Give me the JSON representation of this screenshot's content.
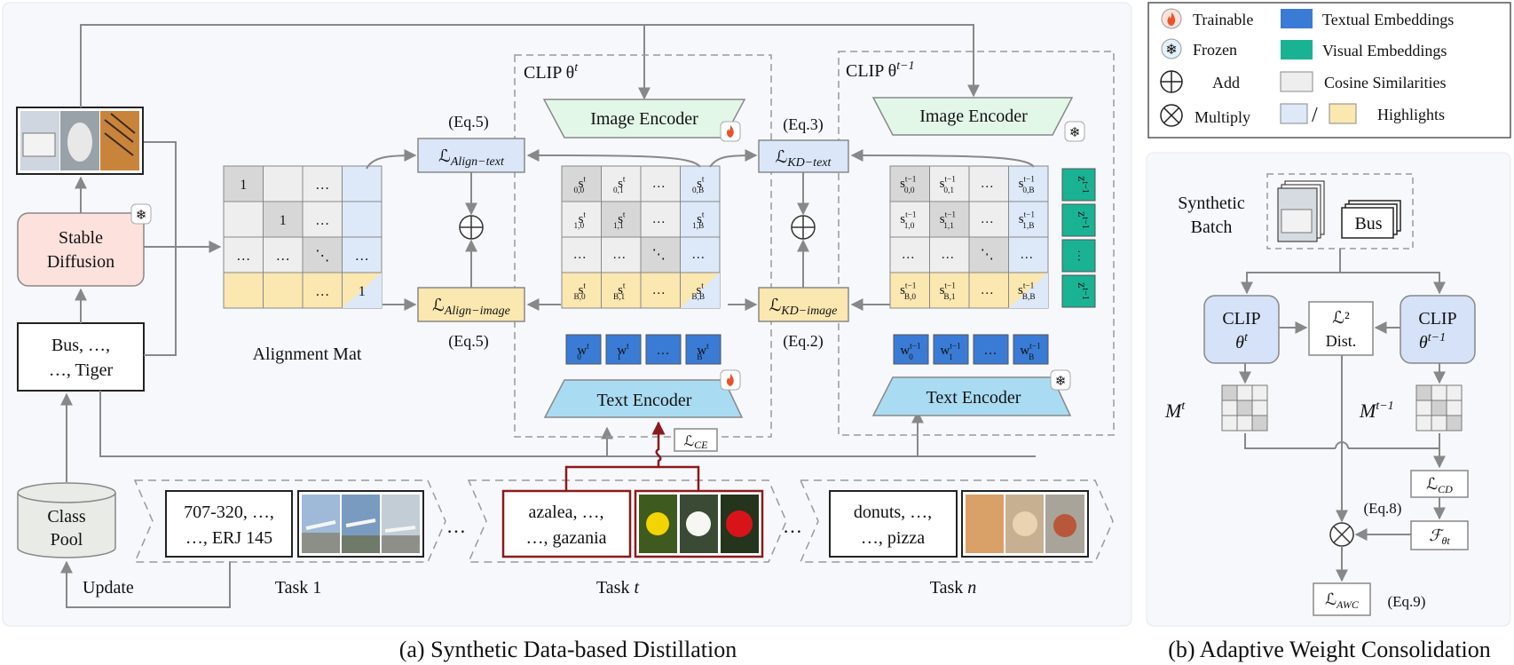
{
  "colors": {
    "textual": "#3a7bd5",
    "visual": "#19b394",
    "cosine": "#eeeeee",
    "highlight_blue": "#dde9f8",
    "highlight_yellow": "#fbe7b0",
    "stable_diffusion": "#fde1dc",
    "encoder_green": "#e3f7e9",
    "encoder_blue": "#a9dcf3",
    "loss_fill": "#dbe6f9",
    "clip_box": "#d5e2f8",
    "arrow_red": "#8b1a1a"
  },
  "legend": {
    "trainable": "Trainable",
    "frozen": "Frozen",
    "add": "Add",
    "multiply": "Multiply",
    "textual": "Textual Embeddings",
    "visual": "Visual Embeddings",
    "cosine": "Cosine Similarities",
    "slash": "/",
    "highlights": "Highlights"
  },
  "panel_a": {
    "caption": "(a) Synthetic Data-based Distillation",
    "stable_diffusion_1": "Stable",
    "stable_diffusion_2": "Diffusion",
    "prompt_1": "Bus, …,",
    "prompt_2": "…, Tiger",
    "class_pool_1": "Class",
    "class_pool_2": "Pool",
    "update": "Update",
    "alignment_mat": "Alignment Mat",
    "align_mat_cells": [
      [
        "1",
        "",
        "…",
        ""
      ],
      [
        "",
        "1",
        "…",
        ""
      ],
      [
        "…",
        "…",
        "⋱",
        "…"
      ],
      [
        "",
        "",
        "…",
        "1"
      ]
    ],
    "clip_t": "CLIP θ",
    "clip_t_sup": "t",
    "clip_t1": "CLIP θ",
    "clip_t1_sup": "t−1",
    "image_encoder": "Image Encoder",
    "text_encoder": "Text Encoder",
    "eq5_top": "(Eq.5)",
    "eq5_bottom": "(Eq.5)",
    "eq3": "(Eq.3)",
    "eq2": "(Eq.2)",
    "loss_align_text": "Align−text",
    "loss_align_image": "Align−image",
    "loss_kd_text": "KD−text",
    "loss_kd_image": "KD−image",
    "loss_ce": "CE",
    "loss_symbol": "ℒ",
    "sim_t": [
      [
        "s",
        "0,0",
        "t"
      ],
      [
        "s",
        "0,1",
        "t"
      ],
      [
        "…",
        "",
        ""
      ],
      [
        "s",
        "0,B",
        "t"
      ],
      [
        "s",
        "1,0",
        "t"
      ],
      [
        "s",
        "1,1",
        "t"
      ],
      [
        "…",
        "",
        ""
      ],
      [
        "s",
        "1,B",
        "t"
      ],
      [
        "…",
        "",
        ""
      ],
      [
        "…",
        "",
        ""
      ],
      [
        "⋱",
        "",
        ""
      ],
      [
        "…",
        "",
        ""
      ],
      [
        "s",
        "B,0",
        "t"
      ],
      [
        "s",
        "B,1",
        "t"
      ],
      [
        "…",
        "",
        ""
      ],
      [
        "s",
        "B,B",
        "t"
      ]
    ],
    "sim_t1": [
      [
        "s",
        "0,0",
        "t−1"
      ],
      [
        "s",
        "0,1",
        "t−1"
      ],
      [
        "…",
        "",
        ""
      ],
      [
        "s",
        "0,B",
        "t−1"
      ],
      [
        "s",
        "1,0",
        "t−1"
      ],
      [
        "s",
        "1,1",
        "t−1"
      ],
      [
        "…",
        "",
        ""
      ],
      [
        "s",
        "1,B",
        "t−1"
      ],
      [
        "…",
        "",
        ""
      ],
      [
        "…",
        "",
        ""
      ],
      [
        "⋱",
        "",
        ""
      ],
      [
        "…",
        "",
        ""
      ],
      [
        "s",
        "B,0",
        "t−1"
      ],
      [
        "s",
        "B,1",
        "t−1"
      ],
      [
        "…",
        "",
        ""
      ],
      [
        "s",
        "B,B",
        "t−1"
      ]
    ],
    "w_t": [
      [
        "w",
        "0",
        "t"
      ],
      [
        "w",
        "1",
        "t"
      ],
      [
        "…",
        "",
        ""
      ],
      [
        "w",
        "B",
        "t"
      ]
    ],
    "w_t1": [
      [
        "w",
        "0",
        "t−1"
      ],
      [
        "w",
        "1",
        "t−1"
      ],
      [
        "…",
        "",
        ""
      ],
      [
        "w",
        "B",
        "t−1"
      ]
    ],
    "z_t1": [
      [
        "z",
        "0",
        "t−1"
      ],
      [
        "z",
        "1",
        "t−1"
      ],
      [
        "…",
        "",
        ""
      ],
      [
        "z",
        "B",
        "t−1"
      ]
    ],
    "task1_text_1": "707-320, …,",
    "task1_text_2": "…, ERJ 145",
    "taskt_text_1": "azalea, …,",
    "taskt_text_2": "…, gazania",
    "taskn_text_1": "donuts, …,",
    "taskn_text_2": "…, pizza",
    "task1_label": "Task 1",
    "taskt_label": "Task ",
    "taskt_italic": "t",
    "taskn_label": "Task ",
    "taskn_italic": "n",
    "dots": "…"
  },
  "panel_b": {
    "caption": "(b) Adaptive Weight Consolidation",
    "synthetic_1": "Synthetic",
    "synthetic_2": "Batch",
    "bus": "Bus",
    "clip": "CLIP",
    "theta": "θ",
    "sup_t": "t",
    "sup_t1": "t−1",
    "dist_1": "ℒ²",
    "dist_2": "Dist.",
    "m_symbol": "M",
    "loss_cd": "CD",
    "loss_awc": "AWC",
    "f_symbol": "ℱ",
    "f_sub": "θt",
    "eq8": "(Eq.8)",
    "eq9": "(Eq.9)",
    "loss_symbol": "ℒ"
  }
}
